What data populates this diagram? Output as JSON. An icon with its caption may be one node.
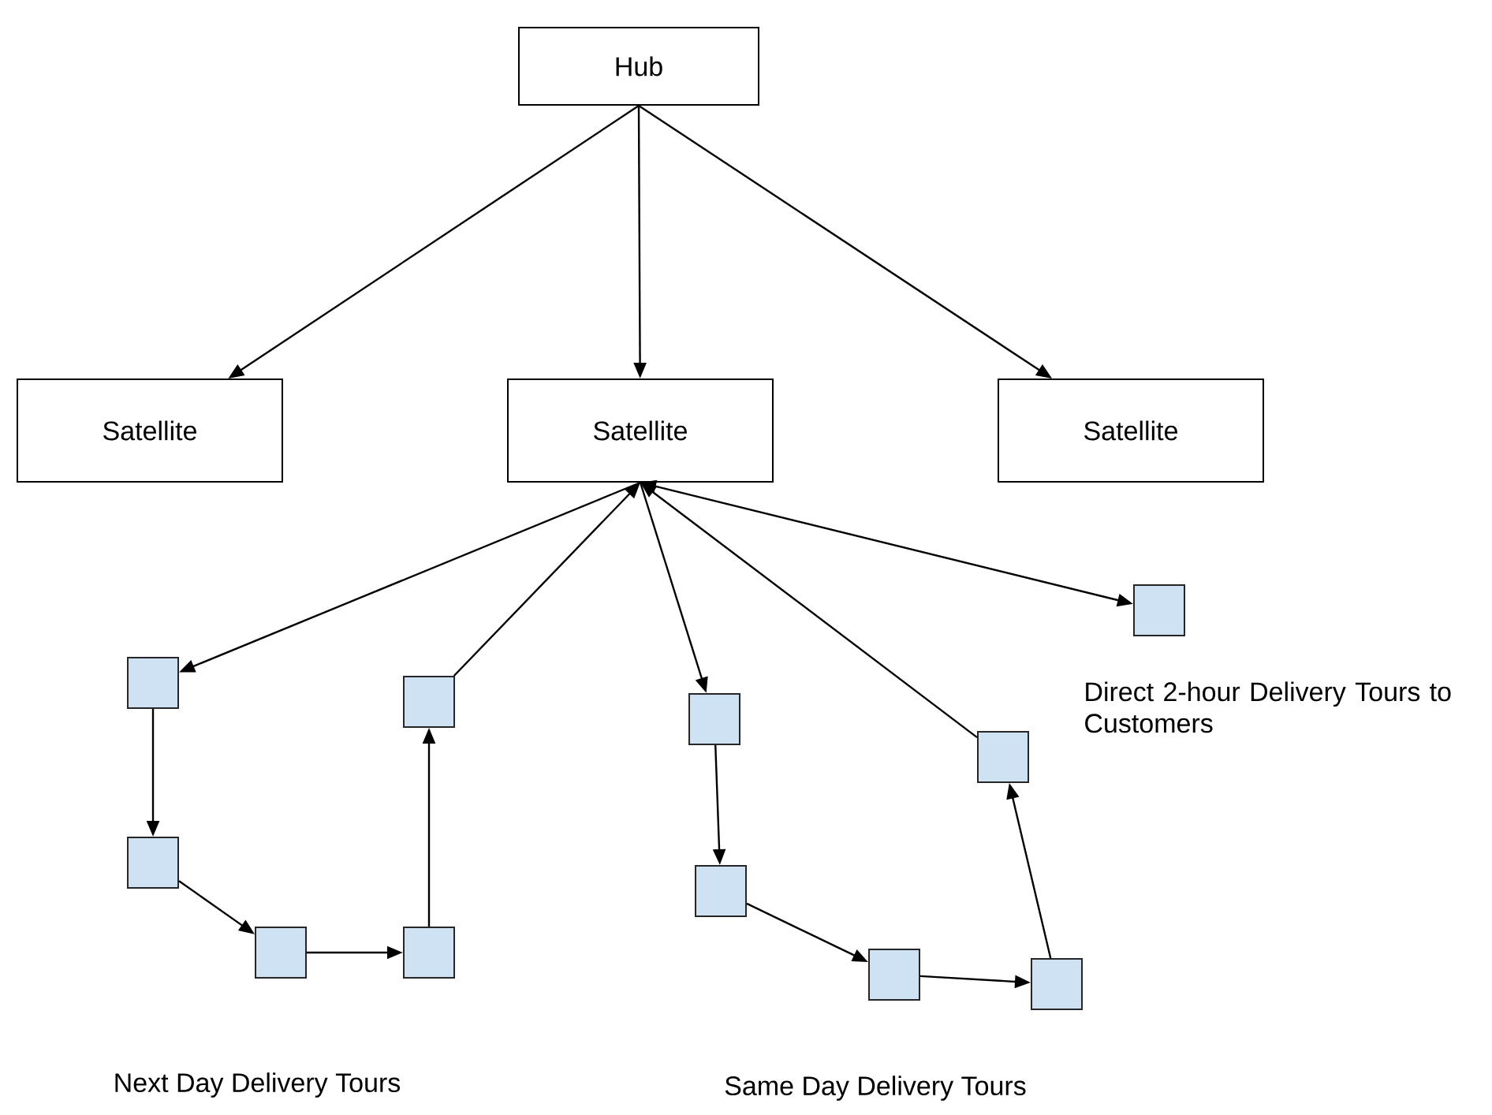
{
  "diagram": {
    "nodes": [
      {
        "text": [
          "Hub"
        ]
      },
      {
        "text": [
          "Satellite"
        ]
      },
      {
        "text": [
          "Satellite"
        ]
      },
      {
        "text": [
          "Satellite"
        ]
      },
      {
        "text": [],
        "shape": "box"
      },
      {
        "text": [],
        "shape": "box"
      },
      {
        "text": [],
        "shape": "box"
      },
      {
        "text": [],
        "shape": "box"
      },
      {
        "text": [],
        "shape": "box"
      },
      {
        "text": [],
        "shape": "box"
      },
      {
        "text": [],
        "shape": "box"
      },
      {
        "text": [],
        "shape": "box"
      },
      {
        "text": [],
        "shape": "box"
      },
      {
        "text": [],
        "shape": "box"
      },
      {
        "text": [],
        "shape": "box",
        "beside": [
          "Direct 2-hour Delivery Tours to Customers"
        ]
      }
    ],
    "edges": [
      {
        "from": 0,
        "to": 1,
        "arrow": "to"
      },
      {
        "from": 0,
        "to": 2,
        "arrow": "to"
      },
      {
        "from": 0,
        "to": 3,
        "arrow": "to"
      },
      {
        "from": 2,
        "to": 4,
        "arrow": "to"
      },
      {
        "from": 4,
        "to": 5,
        "arrow": "to"
      },
      {
        "from": 5,
        "to": 6,
        "arrow": "to"
      },
      {
        "from": 6,
        "to": 7,
        "arrow": "to"
      },
      {
        "from": 7,
        "to": 8,
        "arrow": "to"
      },
      {
        "from": 8,
        "to": 2,
        "arrow": "to"
      },
      {
        "from": 2,
        "to": 9,
        "arrow": "to"
      },
      {
        "from": 9,
        "to": 10,
        "arrow": "to"
      },
      {
        "from": 10,
        "to": 11,
        "arrow": "to"
      },
      {
        "from": 11,
        "to": 12,
        "arrow": "to"
      },
      {
        "from": 12,
        "to": 13,
        "arrow": "to"
      },
      {
        "from": 13,
        "to": 2,
        "arrow": "to"
      },
      {
        "from": 2,
        "to": 14,
        "arrow": "both"
      }
    ],
    "labels": [
      "Next Day Delivery Tours",
      "Same Day Delivery Tours"
    ]
  }
}
